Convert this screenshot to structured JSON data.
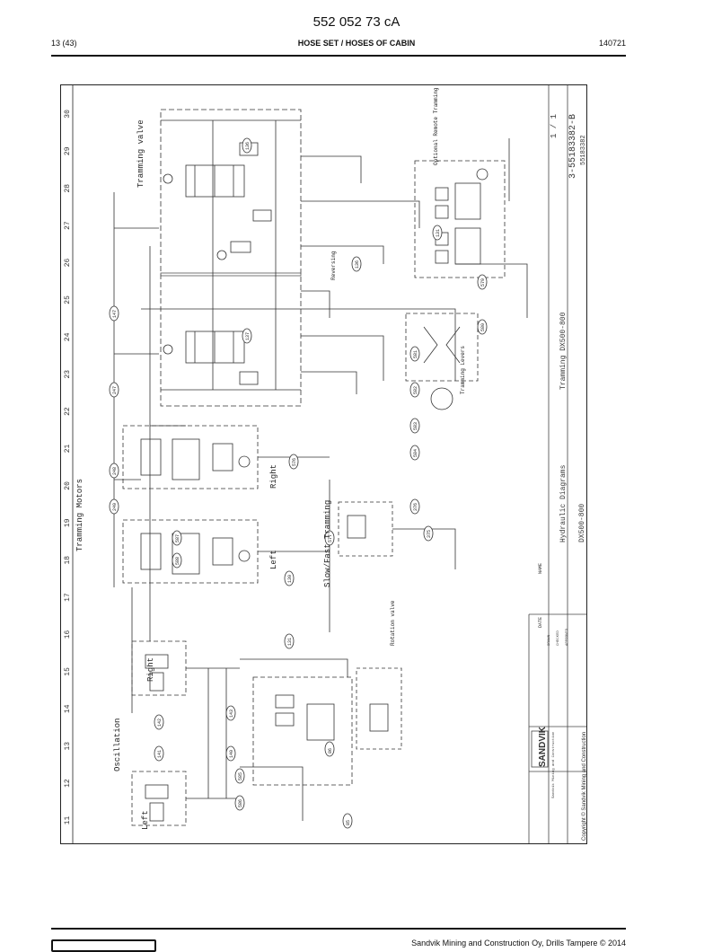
{
  "header": {
    "doc_number": "552 052 73 cA",
    "page_count": "13 (43)",
    "section_title": "HOSE SET / HOSES OF CABIN",
    "date": "140721"
  },
  "drawing": {
    "column_numbers": [
      "11",
      "12",
      "13",
      "14",
      "15",
      "16",
      "17",
      "18",
      "19",
      "20",
      "21",
      "22",
      "23",
      "24",
      "25",
      "26",
      "27",
      "28",
      "29",
      "30"
    ],
    "labels": {
      "tramming_valve": "Tramming valve",
      "tramming_motors": "Tramming Motors",
      "oscillation": "Oscillation",
      "left": "Left",
      "right": "Right",
      "slow_fast": "Slow/Fast Tramming",
      "reversing": "Reversing",
      "optional": "Optional Remote Tramming",
      "tramming_levers": "Tramming Levers",
      "rotation_valve": "Rotation valve",
      "right_small": "Right",
      "left_small": "Left"
    },
    "hose_numbers": [
      "136",
      "137",
      "131",
      "136",
      "86",
      "85",
      "143",
      "140",
      "141",
      "142",
      "130",
      "131",
      "147",
      "247",
      "248",
      "249",
      "576",
      "375",
      "376",
      "577",
      "579",
      "580",
      "581",
      "582",
      "583",
      "584",
      "585",
      "586",
      "587",
      "588"
    ],
    "title_block": {
      "brand": "SANDVIK",
      "brand_sub": "Sandvik Mining and Construction",
      "copyright": "Copyright © Sandvik Mining and Construction",
      "title": "Hydraulic Diagrams",
      "subtitle": "DX500-800",
      "drawing_title": "Tramming DX500-800",
      "sheet": "1 / 1",
      "drawing_no": "3-55183382-B",
      "sub_no": "55183382",
      "row_labels": [
        "DATE",
        "NAME",
        "DRAWN",
        "CHECKED",
        "APPROVED"
      ]
    }
  },
  "footer": {
    "copyright": "Sandvik Mining and Construction Oy, Drills Tampere © 2014"
  }
}
